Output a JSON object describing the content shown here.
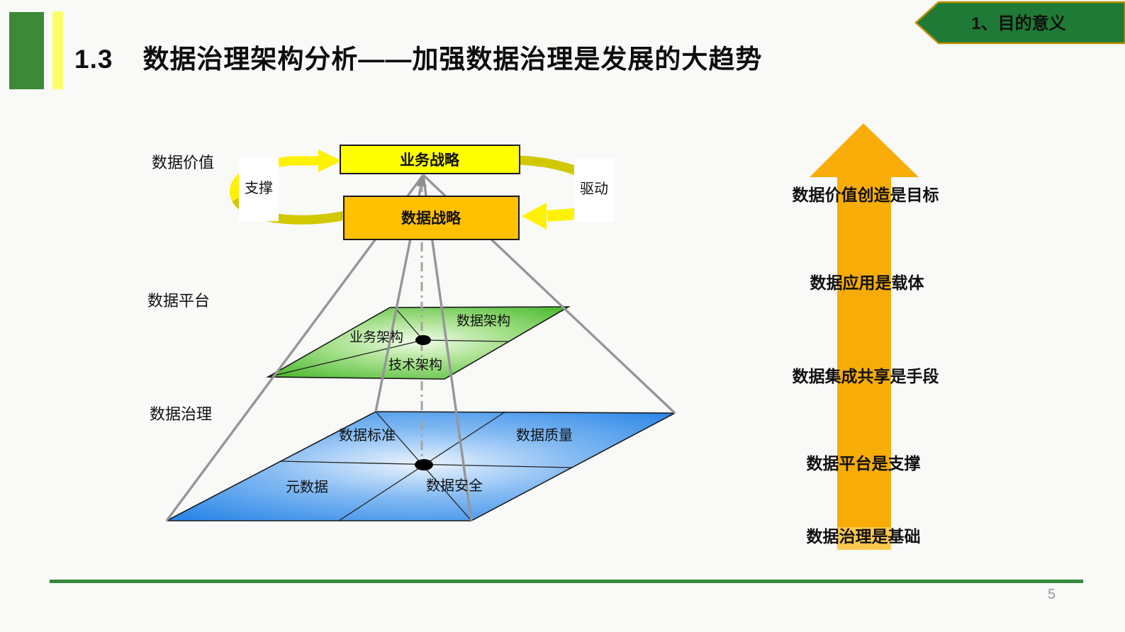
{
  "slide": {
    "section_number": "1.3",
    "title": "数据治理架构分析——加强数据治理是发展的大趋势",
    "corner_tab": "1、目的意义",
    "page_number": "5"
  },
  "diagram": {
    "row_labels": [
      "数据价值",
      "数据平台",
      "数据治理"
    ],
    "strategy": {
      "business": "业务战略",
      "data": "数据战略",
      "support": "支撑",
      "drive": "驱动"
    },
    "platform_cells": [
      "业务架构",
      "数据架构",
      "技术架构"
    ],
    "governance_cells": [
      "数据标准",
      "数据质量",
      "元数据",
      "数据安全"
    ]
  },
  "ladder": {
    "labels": [
      "数据价值创造是目标",
      "数据应用是载体",
      "数据集成共享是手段",
      "数据平台是支撑",
      "数据治理是基础"
    ]
  },
  "colors": {
    "accent_green": "#3C8938",
    "accent_yellow": "#FDFD6B",
    "banner_green": "#1F7A35",
    "banner_border_gold": "#BE9000",
    "box_yellow": "#FFFF00",
    "box_orange": "#FFC000",
    "arrow_amber": "#F8AC07",
    "cycle_yellow": "#FFF200",
    "cycle_dark_yellow": "#D2C800",
    "layer_green": "#50BC34",
    "layer_blue": "#2A86E7",
    "line_gray": "#969696",
    "footer_green": "#35883A"
  }
}
